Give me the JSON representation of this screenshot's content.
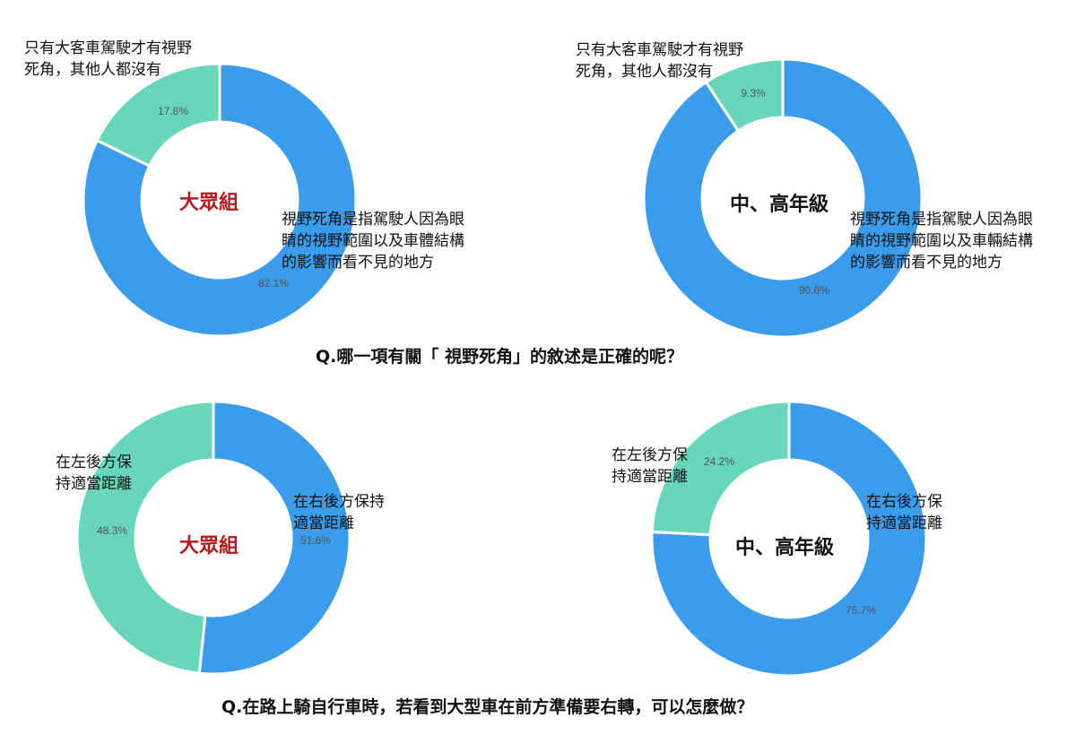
{
  "colors": {
    "blue": "#3a9cea",
    "teal": "#68d6bb",
    "pct_text": "#555555",
    "red_title": "#b31b1b",
    "dark_title": "#111111"
  },
  "questions": {
    "q1": "Q.哪一項有關「 視野死角」的敘述是正確的呢？",
    "q2": "Q.在路上騎自行車時，若看到大型車在前方準備要右轉，可以怎麼做？"
  },
  "chart_data": [
    {
      "type": "pie",
      "center_title": "大眾組",
      "center_title_color": "#b31b1b",
      "slices": [
        {
          "label": "只有大客車駕駛才有視野\n死角，其他人都沒有",
          "value": 17.8,
          "display": "17.8%",
          "color": "#68d6bb"
        },
        {
          "label": "視野死角是指駕駛人因為眼\n睛的視野範圍以及車體結構\n的影響而看不見的地方",
          "value": 82.1,
          "display": "82.1%",
          "color": "#3a9cea"
        }
      ]
    },
    {
      "type": "pie",
      "center_title": "中、高年級",
      "center_title_color": "#111111",
      "slices": [
        {
          "label": "只有大客車駕駛才有視野\n死角，其他人都沒有",
          "value": 9.3,
          "display": "9.3%",
          "color": "#68d6bb"
        },
        {
          "label": "視野死角是指駕駛人因為眼\n睛的視野範圍以及車輛結構\n的影響而看不見的地方",
          "value": 90.6,
          "display": "90.6%",
          "color": "#3a9cea"
        }
      ]
    },
    {
      "type": "pie",
      "center_title": "大眾組",
      "center_title_color": "#b31b1b",
      "slices": [
        {
          "label": "在左後方保\n持適當距離",
          "value": 48.3,
          "display": "48.3%",
          "color": "#68d6bb"
        },
        {
          "label": "在右後方保持\n適當距離",
          "value": 51.6,
          "display": "51.6%",
          "color": "#3a9cea"
        }
      ]
    },
    {
      "type": "pie",
      "center_title": "中、高年級",
      "center_title_color": "#111111",
      "slices": [
        {
          "label": "在左後方保\n持適當距離",
          "value": 24.2,
          "display": "24.2%",
          "color": "#68d6bb"
        },
        {
          "label": "在右後方保\n持適當距離",
          "value": 75.7,
          "display": "75.7%",
          "color": "#3a9cea"
        }
      ]
    }
  ]
}
